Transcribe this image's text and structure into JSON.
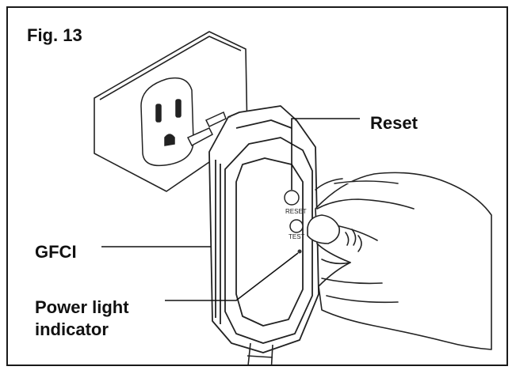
{
  "figure": {
    "title": "Fig. 13"
  },
  "labels": {
    "reset": "Reset",
    "gfci": "GFCI",
    "power_light": "Power light\nindicator"
  },
  "device": {
    "reset_button_text": "RESET",
    "test_button_text": "TEST"
  }
}
